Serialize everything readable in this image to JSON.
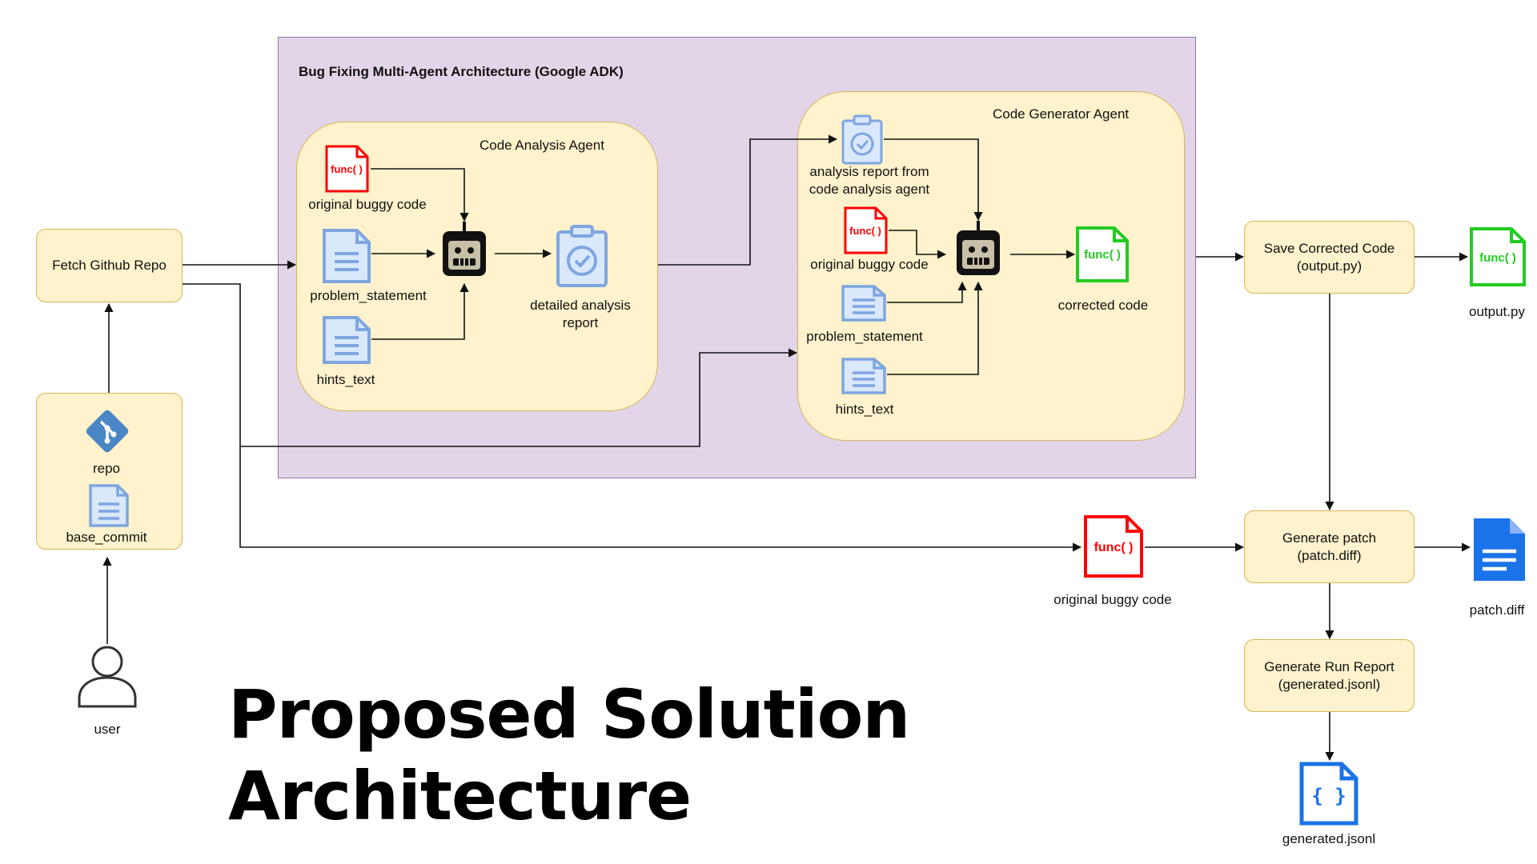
{
  "headline": {
    "line1": "Proposed Solution",
    "line2": "Architecture"
  },
  "group": {
    "title": "Bug Fixing Multi-Agent Architecture (Google ADK)"
  },
  "analysis_agent": {
    "title": "Code Analysis Agent",
    "inputs": [
      "original buggy code",
      "problem_statement",
      "hints_text"
    ],
    "output_line1": "detailed analysis",
    "output_line2": "report"
  },
  "generator_agent": {
    "title": "Code Generator Agent",
    "report_line1": "analysis report from",
    "report_line2": "code analysis agent",
    "inputs": [
      "original buggy code",
      "problem_statement",
      "hints_text"
    ],
    "output": "corrected code"
  },
  "left": {
    "fetch": "Fetch Github Repo",
    "repo": "repo",
    "base_commit": "base_commit",
    "user": "user"
  },
  "right": {
    "save_line1": "Save Corrected Code",
    "save_line2": "(output.py)",
    "output_file": "output.py",
    "patch_line1": "Generate patch",
    "patch_line2": "(patch.diff)",
    "patch_file": "patch.diff",
    "report_line1": "Generate Run Report",
    "report_line2": "(generated.jsonl)",
    "report_file": "generated.jsonl",
    "buggy_code": "original buggy code"
  },
  "icons": {
    "func_text": "func( )",
    "json_text": "{ }",
    "buggy_color": "#ff0000",
    "corrected_color": "#22cc22",
    "doc_color": "#7ea6e0",
    "patch_doc_color": "#1a73e8",
    "git_color": "#4a86c5",
    "robot_color": "#c8bfa8"
  }
}
